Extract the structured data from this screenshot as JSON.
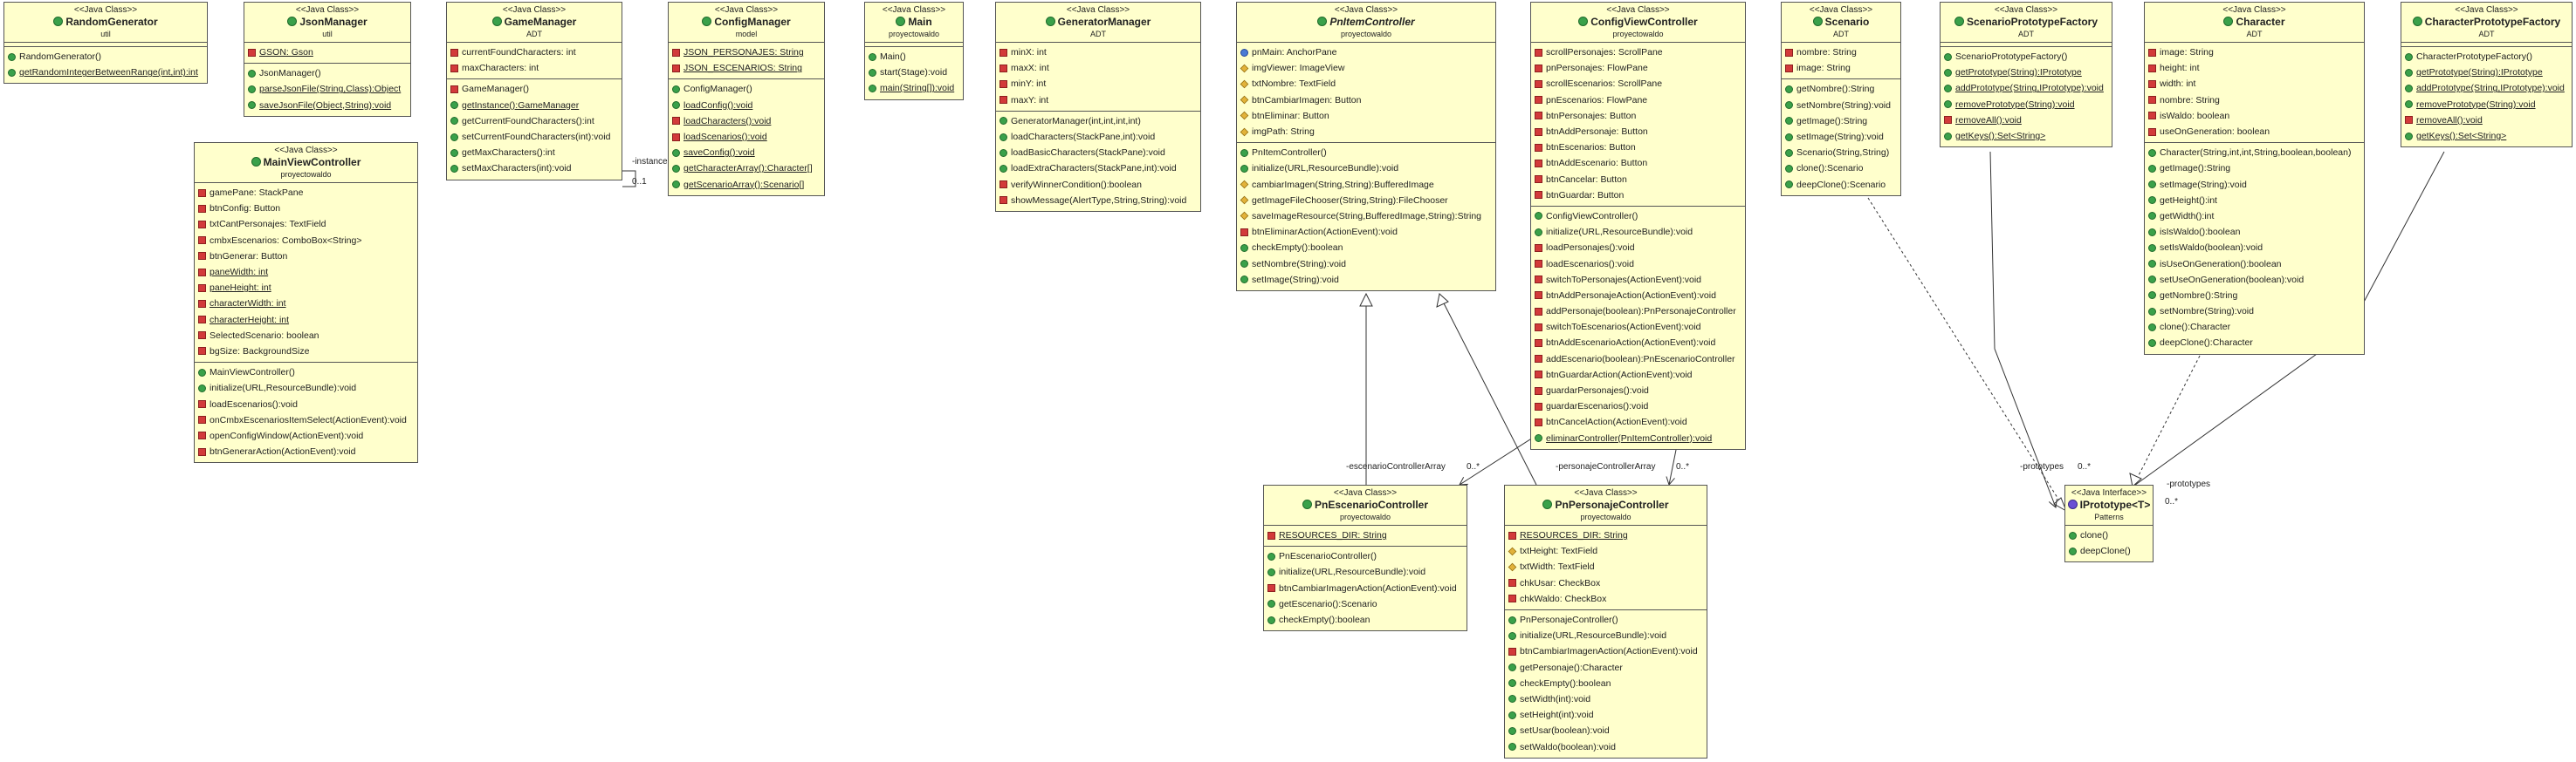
{
  "classes": [
    {
      "id": "RandomGenerator",
      "stereotype": "<<Java Class>>",
      "name": "RandomGenerator",
      "pkg": "util",
      "attrs": [],
      "ops": [
        {
          "v": "pub",
          "t": "RandomGenerator()"
        },
        {
          "v": "pub",
          "t": "getRandomIntegerBetweenRange(int,int):int",
          "s": true
        }
      ]
    },
    {
      "id": "JsonManager",
      "stereotype": "<<Java Class>>",
      "name": "JsonManager",
      "pkg": "util",
      "attrs": [
        {
          "v": "pri",
          "t": "GSON: Gson",
          "s": true
        }
      ],
      "ops": [
        {
          "v": "pub",
          "t": "JsonManager()"
        },
        {
          "v": "pub",
          "t": "parseJsonFile(String,Class):Object",
          "s": true
        },
        {
          "v": "pub",
          "t": "saveJsonFile(Object,String):void",
          "s": true
        }
      ]
    },
    {
      "id": "GameManager",
      "stereotype": "<<Java Class>>",
      "name": "GameManager",
      "pkg": "ADT",
      "attrs": [
        {
          "v": "pri",
          "t": "currentFoundCharacters: int"
        },
        {
          "v": "pri",
          "t": "maxCharacters: int"
        }
      ],
      "ops": [
        {
          "v": "pri",
          "t": "GameManager()"
        },
        {
          "v": "pub",
          "t": "getInstance():GameManager",
          "s": true
        },
        {
          "v": "pub",
          "t": "getCurrentFoundCharacters():int"
        },
        {
          "v": "pub",
          "t": "setCurrentFoundCharacters(int):void"
        },
        {
          "v": "pub",
          "t": "getMaxCharacters():int"
        },
        {
          "v": "pub",
          "t": "setMaxCharacters(int):void"
        }
      ]
    },
    {
      "id": "ConfigManager",
      "stereotype": "<<Java Class>>",
      "name": "ConfigManager",
      "pkg": "model",
      "attrs": [
        {
          "v": "pri",
          "t": "JSON_PERSONAJES: String",
          "s": true
        },
        {
          "v": "pri",
          "t": "JSON_ESCENARIOS: String",
          "s": true
        }
      ],
      "ops": [
        {
          "v": "pub",
          "t": "ConfigManager()"
        },
        {
          "v": "pub",
          "t": "loadConfig():void",
          "s": true
        },
        {
          "v": "pri",
          "t": "loadCharacters():void",
          "s": true
        },
        {
          "v": "pri",
          "t": "loadScenarios():void",
          "s": true
        },
        {
          "v": "pub",
          "t": "saveConfig():void",
          "s": true
        },
        {
          "v": "pub",
          "t": "getCharacterArray():Character[]",
          "s": true
        },
        {
          "v": "pub",
          "t": "getScenarioArray():Scenario[]",
          "s": true
        }
      ]
    },
    {
      "id": "Main",
      "stereotype": "<<Java Class>>",
      "name": "Main",
      "pkg": "proyectowaldo",
      "attrs": [],
      "ops": [
        {
          "v": "pub",
          "t": "Main()"
        },
        {
          "v": "pub",
          "t": "start(Stage):void"
        },
        {
          "v": "pub",
          "t": "main(String[]):void",
          "s": true
        }
      ]
    },
    {
      "id": "GeneratorManager",
      "stereotype": "<<Java Class>>",
      "name": "GeneratorManager",
      "pkg": "ADT",
      "attrs": [
        {
          "v": "pri",
          "t": "minX: int"
        },
        {
          "v": "pri",
          "t": "maxX: int"
        },
        {
          "v": "pri",
          "t": "minY: int"
        },
        {
          "v": "pri",
          "t": "maxY: int"
        }
      ],
      "ops": [
        {
          "v": "pub",
          "t": "GeneratorManager(int,int,int,int)"
        },
        {
          "v": "pub",
          "t": "loadCharacters(StackPane,int):void"
        },
        {
          "v": "pub",
          "t": "loadBasicCharacters(StackPane):void"
        },
        {
          "v": "pub",
          "t": "loadExtraCharacters(StackPane,int):void"
        },
        {
          "v": "pri",
          "t": "verifyWinnerCondition():boolean"
        },
        {
          "v": "pri",
          "t": "showMessage(AlertType,String,String):void"
        }
      ]
    },
    {
      "id": "PnItemController",
      "stereotype": "<<Java Class>>",
      "name": "PnItemController",
      "abstract": true,
      "pkg": "proyectowaldo",
      "attrs": [
        {
          "v": "pkg",
          "t": "pnMain: AnchorPane"
        },
        {
          "v": "pro",
          "t": "imgViewer: ImageView"
        },
        {
          "v": "pro",
          "t": "txtNombre: TextField"
        },
        {
          "v": "pro",
          "t": "btnCambiarImagen: Button"
        },
        {
          "v": "pro",
          "t": "btnEliminar: Button"
        },
        {
          "v": "pro",
          "t": "imgPath: String"
        }
      ],
      "ops": [
        {
          "v": "pub",
          "t": "PnItemController()"
        },
        {
          "v": "pub",
          "t": "initialize(URL,ResourceBundle):void"
        },
        {
          "v": "pro",
          "t": "cambiarImagen(String,String):BufferedImage"
        },
        {
          "v": "pro",
          "t": "getImageFileChooser(String,String):FileChooser"
        },
        {
          "v": "pro",
          "t": "saveImageResource(String,BufferedImage,String):String"
        },
        {
          "v": "pri",
          "t": "btnEliminarAction(ActionEvent):void"
        },
        {
          "v": "pub",
          "t": "checkEmpty():boolean"
        },
        {
          "v": "pub",
          "t": "setNombre(String):void"
        },
        {
          "v": "pub",
          "t": "setImage(String):void"
        }
      ]
    },
    {
      "id": "ConfigViewController",
      "stereotype": "<<Java Class>>",
      "name": "ConfigViewController",
      "pkg": "proyectowaldo",
      "attrs": [
        {
          "v": "pri",
          "t": "scrollPersonajes: ScrollPane"
        },
        {
          "v": "pri",
          "t": "pnPersonajes: FlowPane"
        },
        {
          "v": "pri",
          "t": "scrollEscenarios: ScrollPane"
        },
        {
          "v": "pri",
          "t": "pnEscenarios: FlowPane"
        },
        {
          "v": "pri",
          "t": "btnPersonajes: Button"
        },
        {
          "v": "pri",
          "t": "btnAddPersonaje: Button"
        },
        {
          "v": "pri",
          "t": "btnEscenarios: Button"
        },
        {
          "v": "pri",
          "t": "btnAddEscenario: Button"
        },
        {
          "v": "pri",
          "t": "btnCancelar: Button"
        },
        {
          "v": "pri",
          "t": "btnGuardar: Button"
        }
      ],
      "ops": [
        {
          "v": "pub",
          "t": "ConfigViewController()"
        },
        {
          "v": "pub",
          "t": "initialize(URL,ResourceBundle):void"
        },
        {
          "v": "pri",
          "t": "loadPersonajes():void"
        },
        {
          "v": "pri",
          "t": "loadEscenarios():void"
        },
        {
          "v": "pri",
          "t": "switchToPersonajes(ActionEvent):void"
        },
        {
          "v": "pri",
          "t": "btnAddPersonajeAction(ActionEvent):void"
        },
        {
          "v": "pri",
          "t": "addPersonaje(boolean):PnPersonajeController"
        },
        {
          "v": "pri",
          "t": "switchToEscenarios(ActionEvent):void"
        },
        {
          "v": "pri",
          "t": "btnAddEscenarioAction(ActionEvent):void"
        },
        {
          "v": "pri",
          "t": "addEscenario(boolean):PnEscenarioController"
        },
        {
          "v": "pri",
          "t": "btnGuardarAction(ActionEvent):void"
        },
        {
          "v": "pri",
          "t": "guardarPersonajes():void"
        },
        {
          "v": "pri",
          "t": "guardarEscenarios():void"
        },
        {
          "v": "pri",
          "t": "btnCancelAction(ActionEvent):void"
        },
        {
          "v": "pub",
          "t": "eliminarController(PnItemController):void",
          "s": true
        }
      ]
    },
    {
      "id": "Scenario",
      "stereotype": "<<Java Class>>",
      "name": "Scenario",
      "pkg": "ADT",
      "attrs": [
        {
          "v": "pri",
          "t": "nombre: String"
        },
        {
          "v": "pri",
          "t": "image: String"
        }
      ],
      "ops": [
        {
          "v": "pub",
          "t": "getNombre():String"
        },
        {
          "v": "pub",
          "t": "setNombre(String):void"
        },
        {
          "v": "pub",
          "t": "getImage():String"
        },
        {
          "v": "pub",
          "t": "setImage(String):void"
        },
        {
          "v": "pub",
          "t": "Scenario(String,String)"
        },
        {
          "v": "pub",
          "t": "clone():Scenario"
        },
        {
          "v": "pub",
          "t": "deepClone():Scenario"
        }
      ]
    },
    {
      "id": "ScenarioPrototypeFactory",
      "stereotype": "<<Java Class>>",
      "name": "ScenarioPrototypeFactory",
      "pkg": "ADT",
      "attrs": [],
      "ops": [
        {
          "v": "pub",
          "t": "ScenarioPrototypeFactory()"
        },
        {
          "v": "pub",
          "t": "getPrototype(String):IPrototype",
          "s": true
        },
        {
          "v": "pub",
          "t": "addPrototype(String,IPrototype):void",
          "s": true
        },
        {
          "v": "pub",
          "t": "removePrototype(String):void",
          "s": true
        },
        {
          "v": "pri",
          "t": "removeAll():void",
          "s": true
        },
        {
          "v": "pub",
          "t": "getKeys():Set<String>",
          "s": true
        }
      ]
    },
    {
      "id": "Character",
      "stereotype": "<<Java Class>>",
      "name": "Character",
      "pkg": "ADT",
      "attrs": [
        {
          "v": "pri",
          "t": "image: String"
        },
        {
          "v": "pri",
          "t": "height: int"
        },
        {
          "v": "pri",
          "t": "width: int"
        },
        {
          "v": "pri",
          "t": "nombre: String"
        },
        {
          "v": "pri",
          "t": "isWaldo: boolean"
        },
        {
          "v": "pri",
          "t": "useOnGeneration: boolean"
        }
      ],
      "ops": [
        {
          "v": "pub",
          "t": "Character(String,int,int,String,boolean,boolean)"
        },
        {
          "v": "pub",
          "t": "getImage():String"
        },
        {
          "v": "pub",
          "t": "setImage(String):void"
        },
        {
          "v": "pub",
          "t": "getHeight():int"
        },
        {
          "v": "pub",
          "t": "getWidth():int"
        },
        {
          "v": "pub",
          "t": "isIsWaldo():boolean"
        },
        {
          "v": "pub",
          "t": "setIsWaldo(boolean):void"
        },
        {
          "v": "pub",
          "t": "isUseOnGeneration():boolean"
        },
        {
          "v": "pub",
          "t": "setUseOnGeneration(boolean):void"
        },
        {
          "v": "pub",
          "t": "getNombre():String"
        },
        {
          "v": "pub",
          "t": "setNombre(String):void"
        },
        {
          "v": "pub",
          "t": "clone():Character"
        },
        {
          "v": "pub",
          "t": "deepClone():Character"
        }
      ]
    },
    {
      "id": "CharacterPrototypeFactory",
      "stereotype": "<<Java Class>>",
      "name": "CharacterPrototypeFactory",
      "pkg": "ADT",
      "attrs": [],
      "ops": [
        {
          "v": "pub",
          "t": "CharacterPrototypeFactory()"
        },
        {
          "v": "pub",
          "t": "getPrototype(String):IPrototype",
          "s": true
        },
        {
          "v": "pub",
          "t": "addPrototype(String,IPrototype):void",
          "s": true
        },
        {
          "v": "pub",
          "t": "removePrototype(String):void",
          "s": true
        },
        {
          "v": "pri",
          "t": "removeAll():void",
          "s": true
        },
        {
          "v": "pub",
          "t": "getKeys():Set<String>",
          "s": true
        }
      ]
    },
    {
      "id": "MainViewController",
      "stereotype": "<<Java Class>>",
      "name": "MainViewController",
      "pkg": "proyectowaldo",
      "attrs": [
        {
          "v": "pri",
          "t": "gamePane: StackPane"
        },
        {
          "v": "pri",
          "t": "btnConfig: Button"
        },
        {
          "v": "pri",
          "t": "txtCantPersonajes: TextField"
        },
        {
          "v": "pri",
          "t": "cmbxEscenarios: ComboBox<String>"
        },
        {
          "v": "pri",
          "t": "btnGenerar: Button"
        },
        {
          "v": "pri",
          "t": "paneWidth: int",
          "s": true
        },
        {
          "v": "pri",
          "t": "paneHeight: int",
          "s": true
        },
        {
          "v": "pri",
          "t": "characterWidth: int",
          "s": true
        },
        {
          "v": "pri",
          "t": "characterHeight: int",
          "s": true
        },
        {
          "v": "pri",
          "t": "SelectedScenario: boolean"
        },
        {
          "v": "pri",
          "t": "bgSize: BackgroundSize"
        }
      ],
      "ops": [
        {
          "v": "pub",
          "t": "MainViewController()"
        },
        {
          "v": "pub",
          "t": "initialize(URL,ResourceBundle):void"
        },
        {
          "v": "pri",
          "t": "loadEscenarios():void"
        },
        {
          "v": "pri",
          "t": "onCmbxEscenariosItemSelect(ActionEvent):void"
        },
        {
          "v": "pri",
          "t": "openConfigWindow(ActionEvent):void"
        },
        {
          "v": "pri",
          "t": "btnGenerarAction(ActionEvent):void"
        }
      ]
    },
    {
      "id": "PnEscenarioController",
      "stereotype": "<<Java Class>>",
      "name": "PnEscenarioController",
      "pkg": "proyectowaldo",
      "attrs": [
        {
          "v": "pri",
          "t": "RESOURCES_DIR: String",
          "s": true
        }
      ],
      "ops": [
        {
          "v": "pub",
          "t": "PnEscenarioController()"
        },
        {
          "v": "pub",
          "t": "initialize(URL,ResourceBundle):void"
        },
        {
          "v": "pri",
          "t": "btnCambiarImagenAction(ActionEvent):void"
        },
        {
          "v": "pub",
          "t": "getEscenario():Scenario"
        },
        {
          "v": "pub",
          "t": "checkEmpty():boolean"
        }
      ]
    },
    {
      "id": "PnPersonajeController",
      "stereotype": "<<Java Class>>",
      "name": "PnPersonajeController",
      "pkg": "proyectowaldo",
      "attrs": [
        {
          "v": "pri",
          "t": "RESOURCES_DIR: String",
          "s": true
        },
        {
          "v": "pro",
          "t": "txtHeight: TextField"
        },
        {
          "v": "pro",
          "t": "txtWidth: TextField"
        },
        {
          "v": "pri",
          "t": "chkUsar: CheckBox"
        },
        {
          "v": "pri",
          "t": "chkWaldo: CheckBox"
        }
      ],
      "ops": [
        {
          "v": "pub",
          "t": "PnPersonajeController()"
        },
        {
          "v": "pub",
          "t": "initialize(URL,ResourceBundle):void"
        },
        {
          "v": "pri",
          "t": "btnCambiarImagenAction(ActionEvent):void"
        },
        {
          "v": "pub",
          "t": "getPersonaje():Character"
        },
        {
          "v": "pub",
          "t": "checkEmpty():boolean"
        },
        {
          "v": "pub",
          "t": "setWidth(int):void"
        },
        {
          "v": "pub",
          "t": "setHeight(int):void"
        },
        {
          "v": "pub",
          "t": "setUsar(boolean):void"
        },
        {
          "v": "pub",
          "t": "setWaldo(boolean):void"
        }
      ]
    },
    {
      "id": "IPrototype",
      "stereotype": "<<Java Interface>>",
      "name": "IPrototype<T>",
      "interface": true,
      "pkg": "Patterns",
      "attrs": null,
      "ops": [
        {
          "v": "pub",
          "t": "clone()"
        },
        {
          "v": "pub",
          "t": "deepClone()"
        }
      ]
    }
  ],
  "relations": [
    {
      "id": "gm-self",
      "label": "-instance",
      "mult": "0..1"
    },
    {
      "id": "cvc-esc",
      "label": "-escenarioControllerArray",
      "mult": "0..*"
    },
    {
      "id": "cvc-per",
      "label": "-personajeControllerArray",
      "mult": "0..*"
    },
    {
      "id": "spf-ip",
      "label": "-prototypes",
      "mult": "0..*"
    },
    {
      "id": "cpf-ip",
      "label": "-prototypes",
      "mult": "0..*"
    }
  ]
}
